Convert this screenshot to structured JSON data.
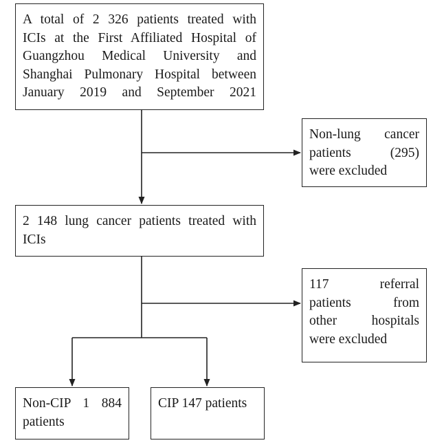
{
  "boxes": {
    "total": {
      "lines": [
        "A total of 2 326 patients treated with",
        "ICIs at the First Affiliated Hospital of",
        "Guangzhou Medical University and",
        "Shanghai Pulmonary Hospital between",
        "January 2019 and September 2021"
      ]
    },
    "excluded_nonlung": {
      "lines": [
        "Non-lung cancer",
        "patients (295)",
        "were excluded"
      ]
    },
    "lung_cancer": {
      "lines": [
        "2 148 lung cancer patients treated with",
        "ICIs"
      ]
    },
    "excluded_referral": {
      "lines": [
        "117 referral",
        "patients from",
        "other hospitals",
        "were excluded"
      ]
    },
    "non_cip": {
      "lines": [
        "Non-CIP 1 884",
        "patients"
      ]
    },
    "cip": {
      "lines": [
        "CIP 147 patients"
      ]
    }
  },
  "colors": {
    "border": "#222222",
    "line": "#222222",
    "text": "#1a1a1a",
    "background": "#ffffff"
  }
}
